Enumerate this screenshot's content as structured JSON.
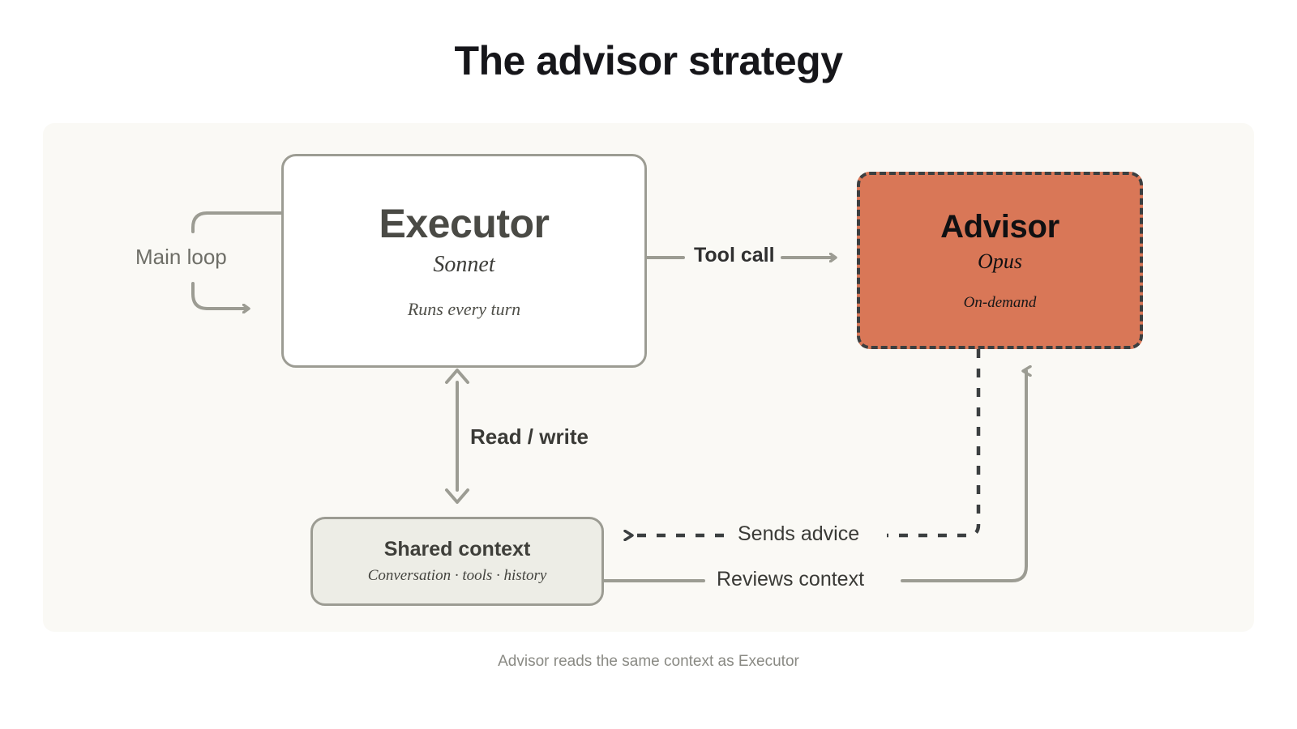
{
  "page": {
    "title": "The advisor strategy",
    "caption": "Advisor reads the same context as Executor",
    "background": "#FFFFFF",
    "panel_background": "#FAF9F5"
  },
  "nodes": {
    "executor": {
      "title": "Executor",
      "subtitle": "Sonnet",
      "meta": "Runs every turn",
      "fill": "#FFFFFF",
      "border_color": "#9C9C93",
      "border_style": "solid"
    },
    "advisor": {
      "title": "Advisor",
      "subtitle": "Opus",
      "meta": "On-demand",
      "fill": "#D97757",
      "border_color": "#3B3F40",
      "border_style": "dashed"
    },
    "shared_context": {
      "title": "Shared context",
      "subtitle": "Conversation · tools · history",
      "fill": "#EDEDE6",
      "border_color": "#9C9C93",
      "border_style": "solid"
    }
  },
  "edges": {
    "main_loop": {
      "label": "Main loop",
      "style": "solid",
      "color": "#9C9C93",
      "from": "executor",
      "to": "executor"
    },
    "tool_call": {
      "label": "Tool call",
      "style": "solid",
      "color": "#9C9C93",
      "from": "executor",
      "to": "advisor"
    },
    "read_write": {
      "label": "Read / write",
      "style": "solid",
      "color": "#9C9C93",
      "from": "executor",
      "to": "shared_context",
      "arrows": "both"
    },
    "sends_advice": {
      "label": "Sends advice",
      "style": "dashed",
      "color": "#3B3F40",
      "from": "advisor",
      "to": "shared_context"
    },
    "reviews_context": {
      "label": "Reviews context",
      "style": "solid",
      "color": "#9C9C93",
      "from": "shared_context",
      "to": "advisor"
    }
  }
}
